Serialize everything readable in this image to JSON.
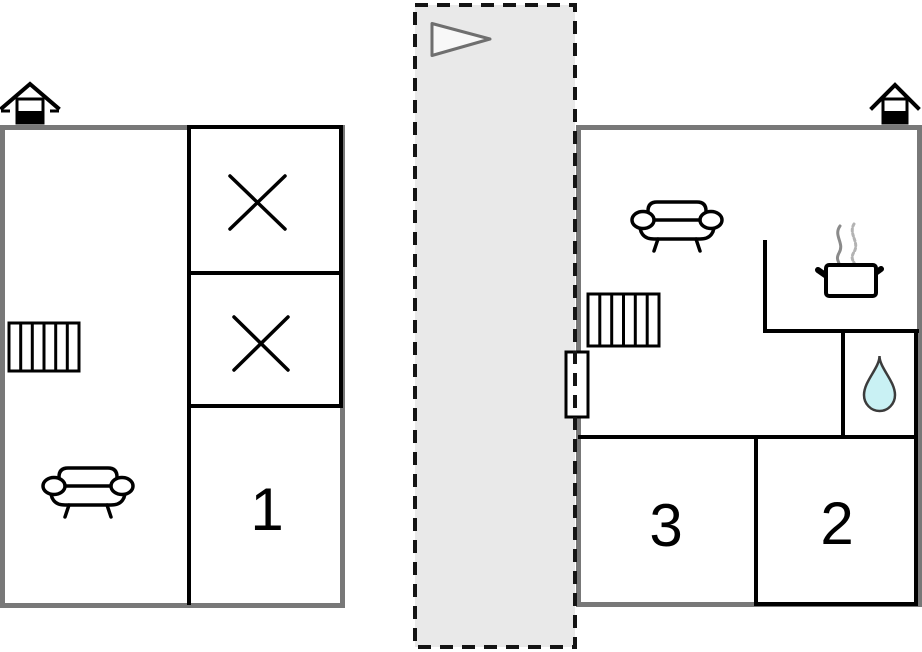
{
  "diagram": {
    "type": "floor-plan"
  },
  "rooms": [
    {
      "id": "room-1",
      "label": "1"
    },
    {
      "id": "room-2",
      "label": "2"
    },
    {
      "id": "room-3",
      "label": "3"
    }
  ],
  "icons": {
    "chimney_left": "chimney-icon",
    "chimney_right": "chimney-icon",
    "sofa_left": "sofa-icon",
    "sofa_right": "sofa-icon",
    "radiator_left": "radiator-icon",
    "radiator_right": "radiator-icon",
    "stove_pot": "stove-pot-icon",
    "water_drop": "water-drop-icon",
    "door": "door-icon",
    "flag": "flag-icon",
    "cross_top": "cross-icon",
    "cross_bottom": "cross-icon"
  },
  "colors": {
    "wall": "#787878",
    "line": "#000000",
    "terrace_fill": "#e9e9e9",
    "terrace_border": "#141414",
    "drop_fill": "#c9f1f4",
    "drop_stroke": "#3c3c3c",
    "steam": "#8a8a8a",
    "steam_light": "#b3b3b3",
    "flag_fill": "#f8f8f8",
    "flag_stroke": "#6f6f6f"
  }
}
